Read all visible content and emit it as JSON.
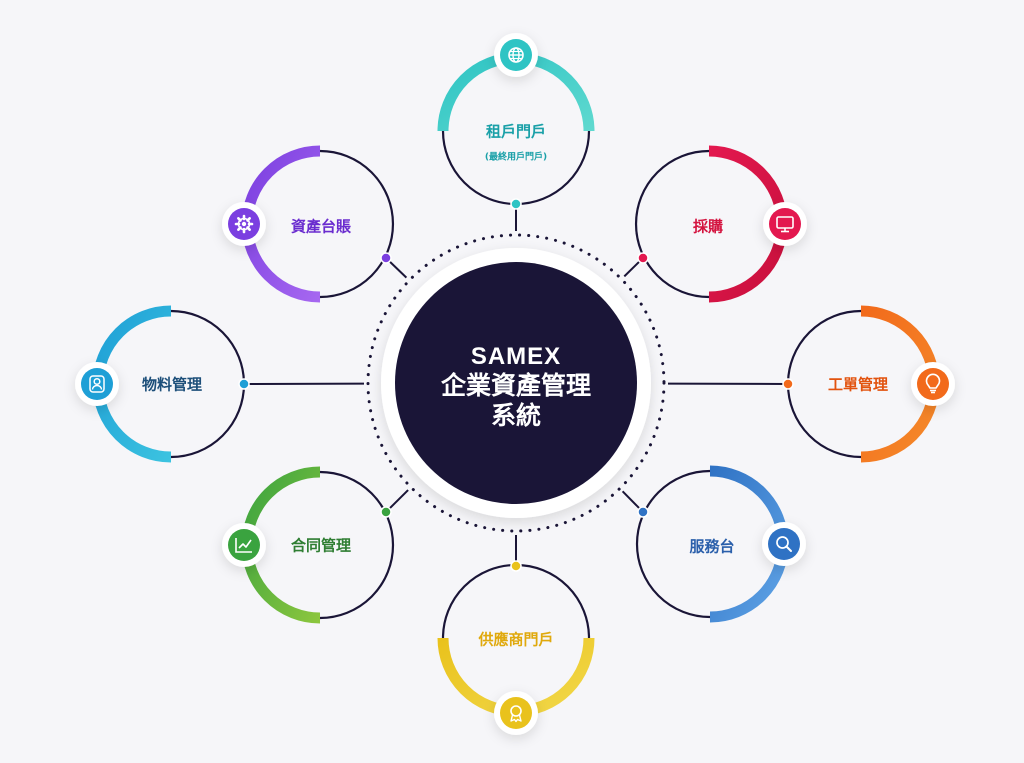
{
  "center": {
    "brand": "SAMEX",
    "line1": "企業資產管理",
    "line2": "系統"
  },
  "modules": [
    {
      "id": "tenant-portal",
      "label": "租戶門戶",
      "sublabel": "(最終用戶門戶)",
      "icon": "globe-icon",
      "color": "#2ec4c4",
      "color2": "#5fd9cf"
    },
    {
      "id": "procurement",
      "label": "採購",
      "icon": "monitor-icon",
      "color": "#e3184f",
      "color2": "#c8103c"
    },
    {
      "id": "work-order",
      "label": "工單管理",
      "icon": "lightbulb-icon",
      "color": "#f26a1b",
      "color2": "#f58a2a"
    },
    {
      "id": "service-desk",
      "label": "服務台",
      "icon": "search-icon",
      "color": "#2f72c4",
      "color2": "#5fa3e6"
    },
    {
      "id": "supplier-portal",
      "label": "供應商門戶",
      "icon": "badge-icon",
      "color": "#e9c21c",
      "color2": "#f2d84a"
    },
    {
      "id": "contract",
      "label": "合同管理",
      "icon": "chart-icon",
      "color": "#3aa33f",
      "color2": "#8cc63e"
    },
    {
      "id": "material",
      "label": "物料管理",
      "icon": "user-icon",
      "color": "#1e9fd6",
      "color2": "#3cc3e0"
    },
    {
      "id": "asset-ledger",
      "label": "資產台賬",
      "icon": "gear-icon",
      "color": "#7b3fe0",
      "color2": "#a667f0"
    }
  ],
  "colors": {
    "background": "#f6f6f9",
    "center_fill": "#1a1537",
    "connector": "#1a1537",
    "label_tenant": "#1aa0a8",
    "label_procurement": "#d4133f",
    "label_work_order": "#e2530f",
    "label_service_desk": "#2a5fab",
    "label_supplier": "#e0a90d",
    "label_contract": "#2f7e33",
    "label_material": "#1d4f7a",
    "label_asset": "#6a2ccf"
  }
}
